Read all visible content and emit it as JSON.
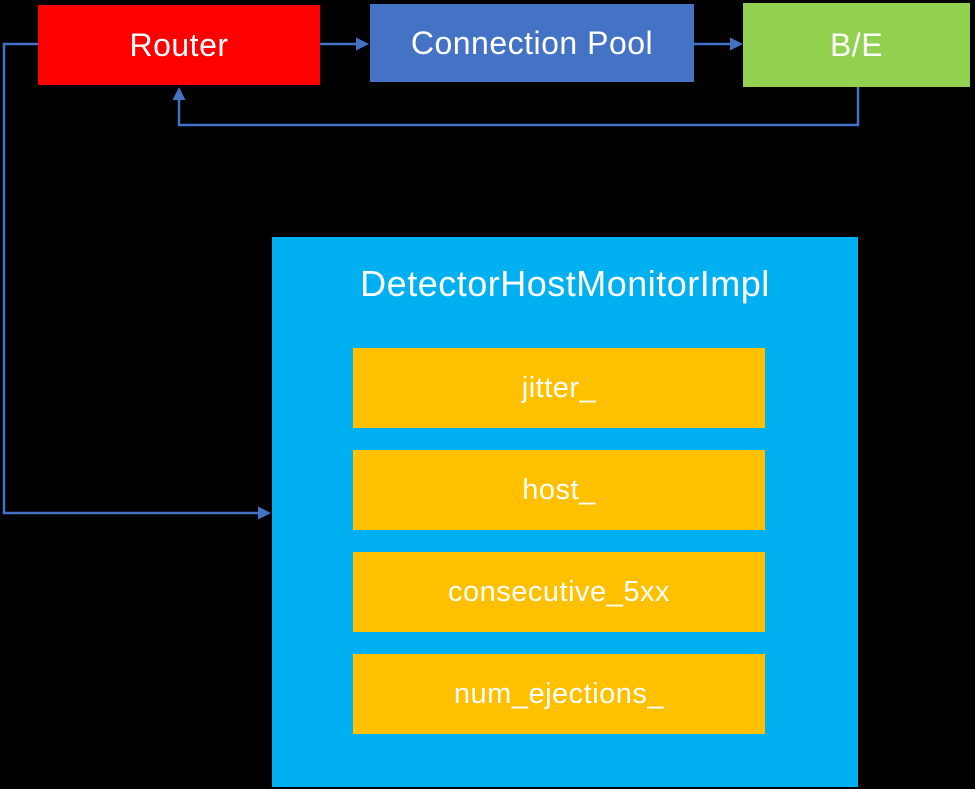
{
  "colors": {
    "background": "#000000",
    "arrow": "#4472C4",
    "router": "#FF0000",
    "pool": "#4472C4",
    "backend": "#92D050",
    "monitor": "#00B0F0",
    "member": "#FFC000",
    "text": "#FFFFFF"
  },
  "nodes": {
    "router": {
      "label": "Router"
    },
    "pool": {
      "label": "Connection Pool"
    },
    "backend": {
      "label": "B/E"
    },
    "monitor": {
      "title": "DetectorHostMonitorImpl",
      "members": [
        {
          "label": "jitter_"
        },
        {
          "label": "host_"
        },
        {
          "label": "consecutive_5xx"
        },
        {
          "label": "num_ejections_"
        }
      ]
    }
  },
  "edges": [
    {
      "name": "router-to-connection-pool",
      "from": "Router",
      "to": "Connection Pool"
    },
    {
      "name": "connection-pool-to-backend",
      "from": "Connection Pool",
      "to": "B/E"
    },
    {
      "name": "backend-to-router-feedback",
      "from": "B/E",
      "to": "Router"
    },
    {
      "name": "router-to-detector-host-monitor",
      "from": "Router",
      "to": "DetectorHostMonitorImpl"
    }
  ]
}
